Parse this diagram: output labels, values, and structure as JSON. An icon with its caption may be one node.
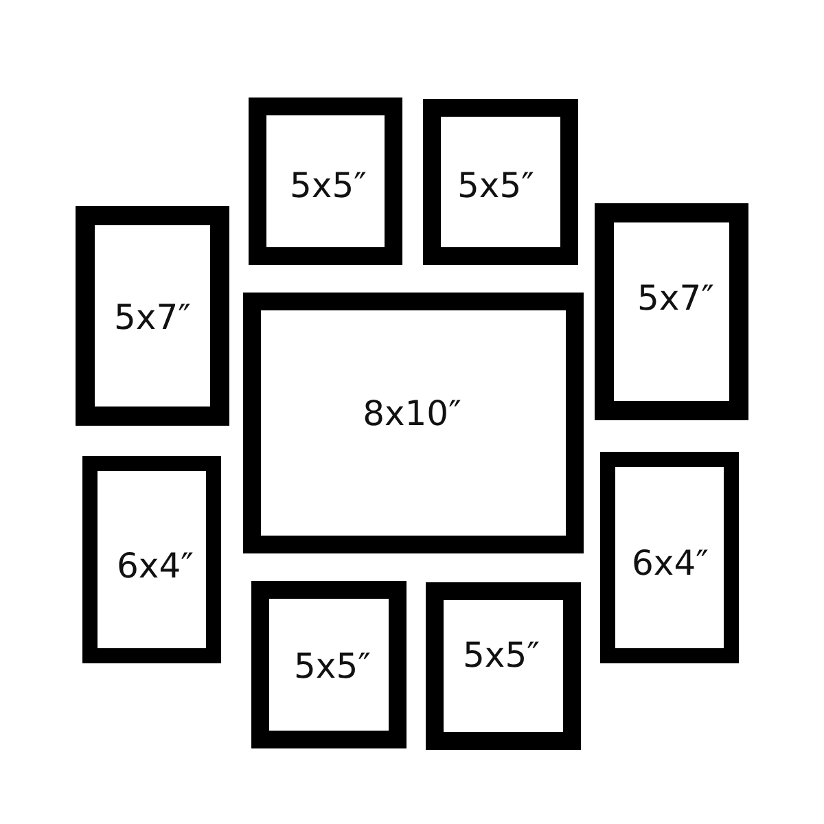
{
  "diagram": {
    "nodes": [
      {
        "text": [
          "5x5″"
        ]
      },
      {
        "text": [
          "5x5″"
        ]
      },
      {
        "text": [
          "5x7″"
        ]
      },
      {
        "text": [
          "5x7″"
        ]
      },
      {
        "text": [
          "8x10″"
        ]
      },
      {
        "text": [
          "6x4″"
        ]
      },
      {
        "text": [
          "6x4″"
        ]
      },
      {
        "text": [
          "5x5″"
        ]
      },
      {
        "text": [
          "5x5″"
        ]
      }
    ]
  }
}
